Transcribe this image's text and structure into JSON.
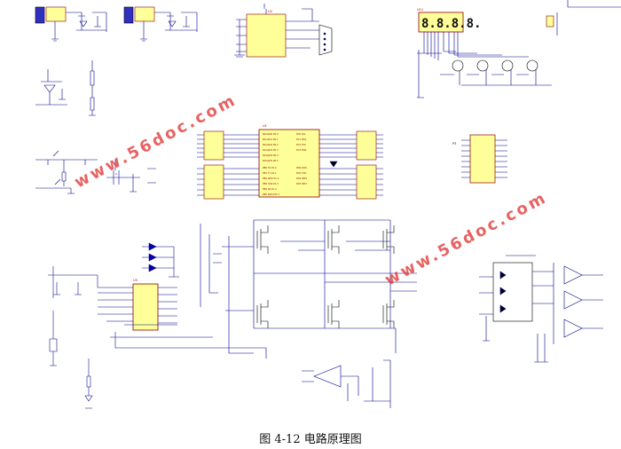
{
  "caption": "图 4-12  电路原理图",
  "watermark": "www.56doc.com",
  "display": {
    "digits": "8.8.8.8."
  },
  "colors": {
    "ic_fill": "#ffff99",
    "wire": "#00008b",
    "ic_stroke": "#8b0000"
  }
}
